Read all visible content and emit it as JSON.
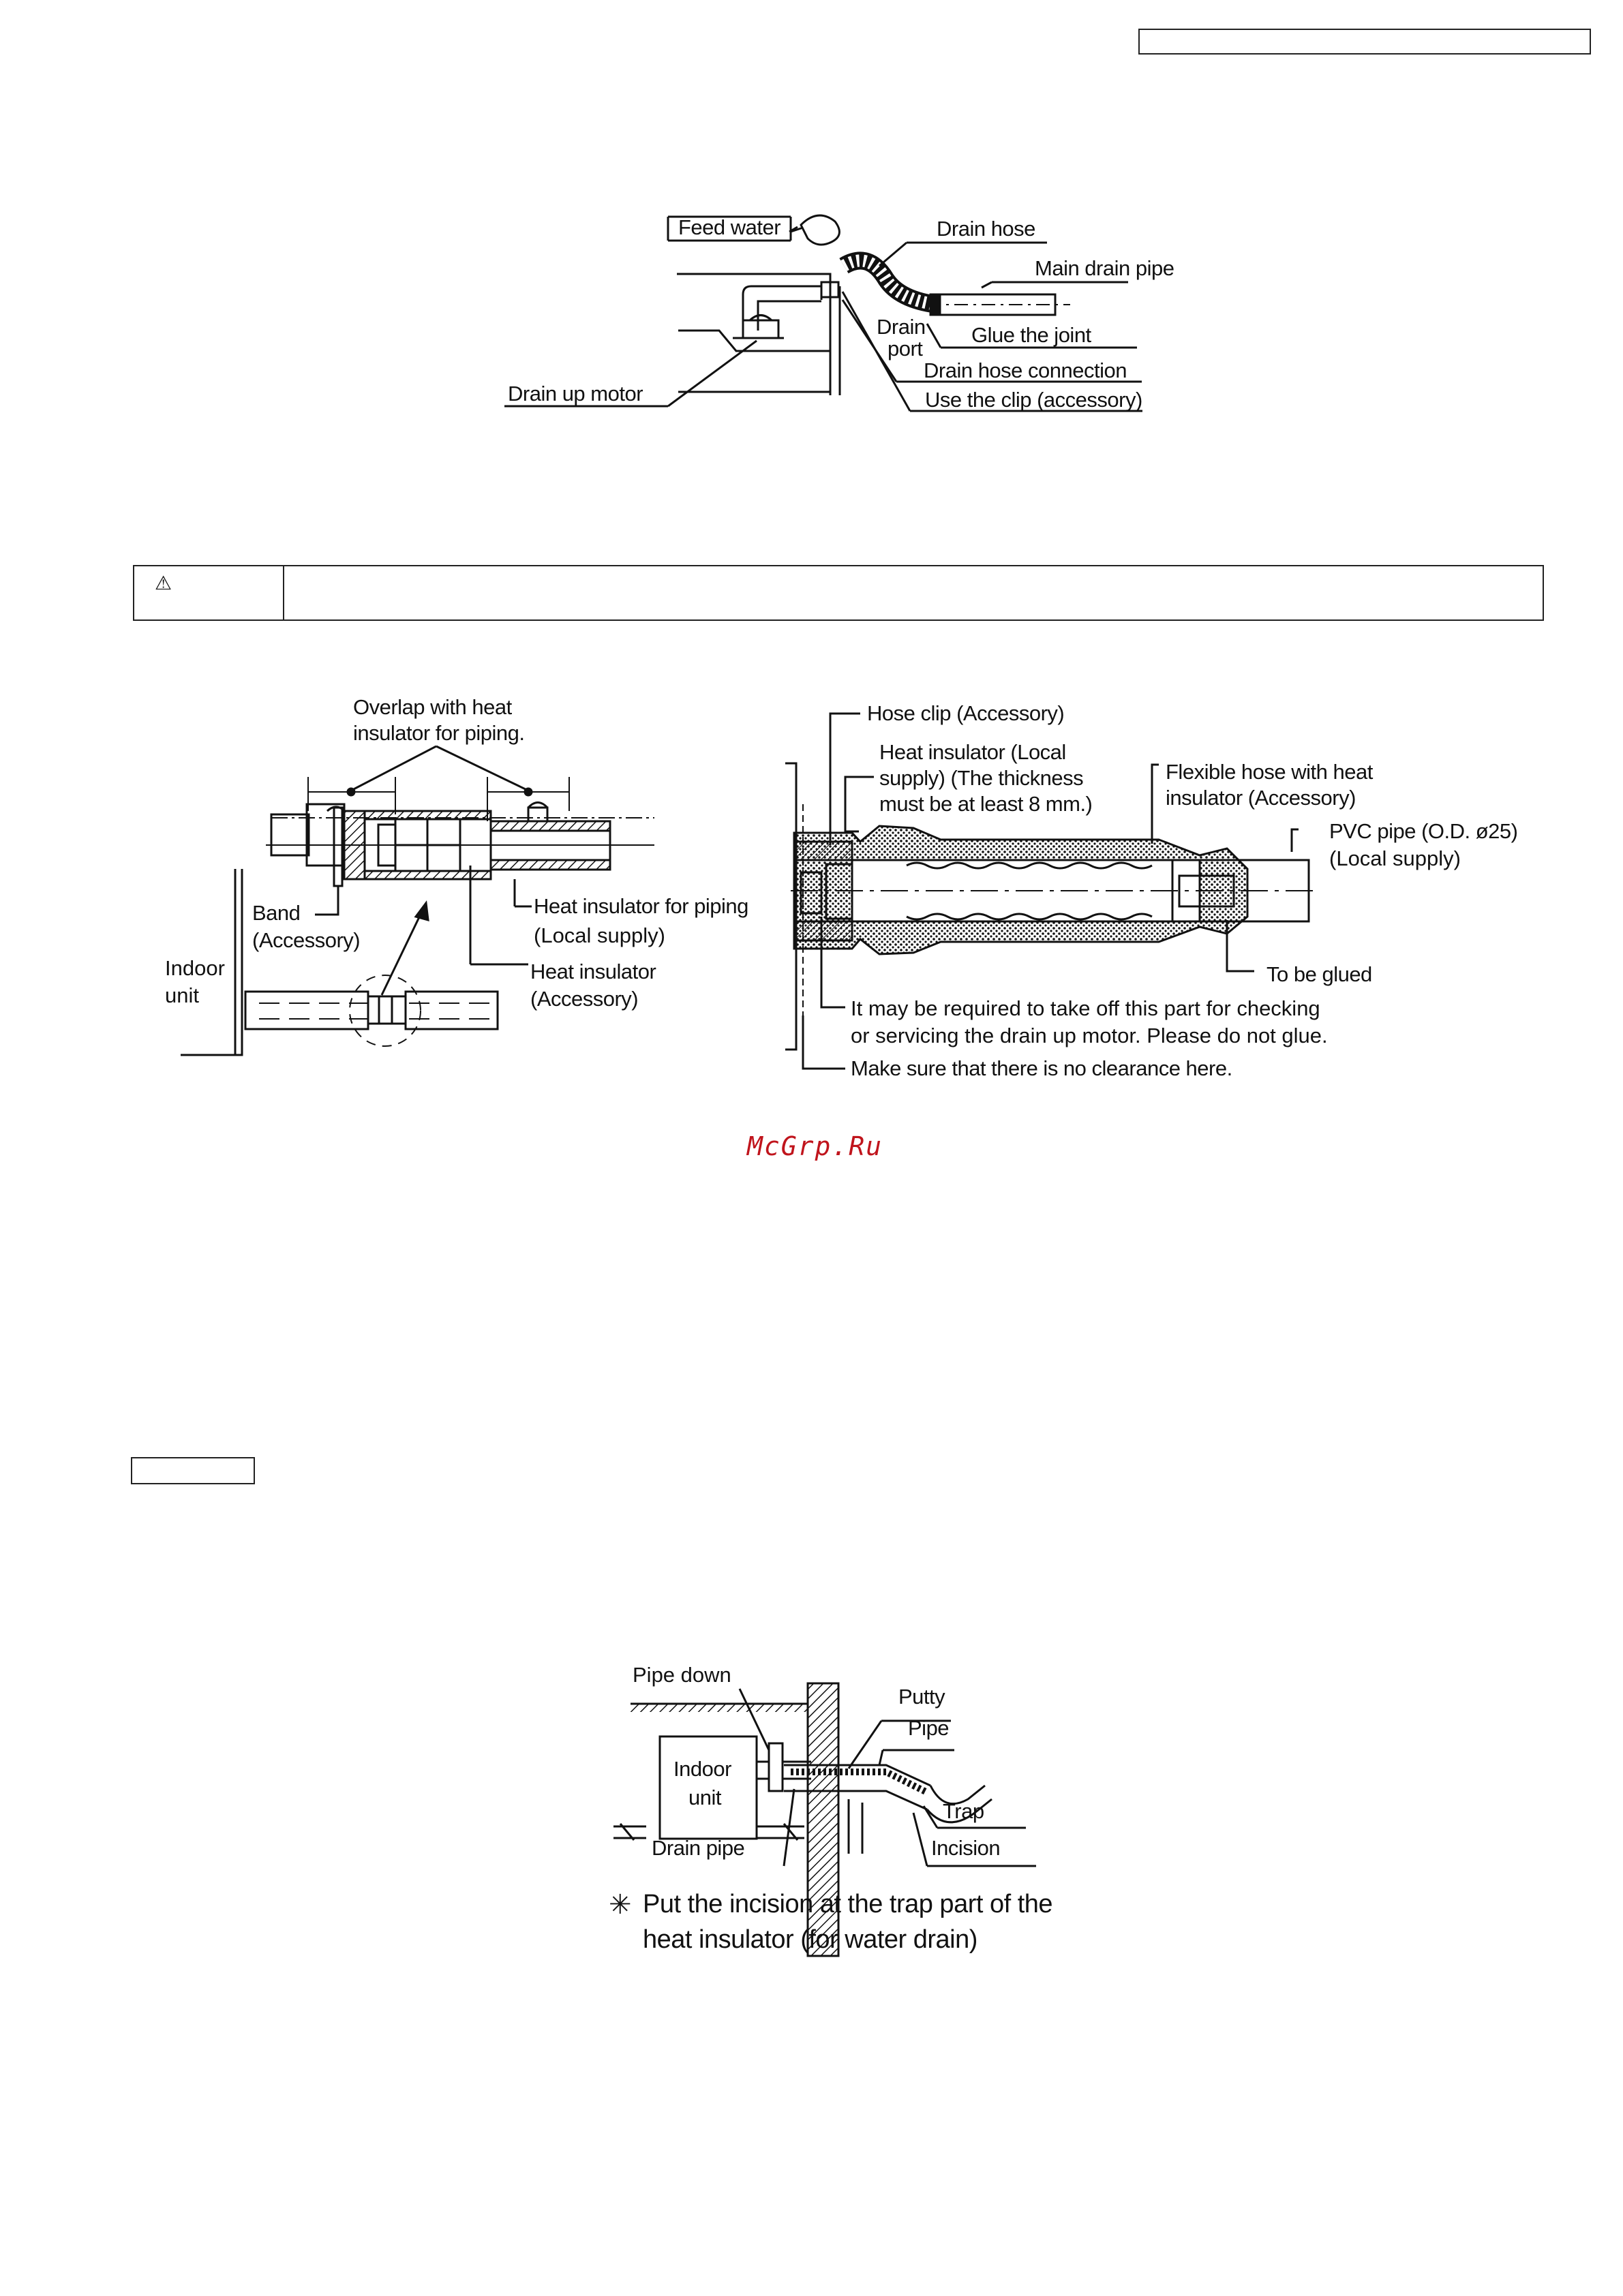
{
  "header": {
    "code_box": ""
  },
  "fig1": {
    "feed_water": "Feed water",
    "drain_hose": "Drain hose",
    "main_drain_pipe": "Main drain pipe",
    "drain_port_1": "Drain",
    "drain_port_2": "port",
    "glue_the_joint": "Glue the joint",
    "drain_hose_connection": "Drain hose connection",
    "use_the_clip": "Use the clip (accessory)",
    "drain_up_motor": "Drain up motor"
  },
  "caution": {
    "icon": "warning-triangle-icon",
    "symbol": "⚠",
    "text": ""
  },
  "fig2": {
    "overlap_1": "Overlap with heat",
    "overlap_2": "insulator for piping.",
    "band_1": "Band",
    "band_2": "(Accessory)",
    "indoor_1": "Indoor",
    "indoor_2": "unit",
    "heat_insulator_piping": "Heat insulator for piping",
    "local_supply": "(Local supply)",
    "heat_insulator": "Heat insulator",
    "accessory": "(Accessory)"
  },
  "fig3": {
    "hose_clip": "Hose clip (Accessory)",
    "heat_ins_1": "Heat insulator (Local",
    "heat_ins_2": "supply) (The thickness",
    "heat_ins_3": "must be at least 8 mm.)",
    "flex_1": "Flexible hose with heat",
    "flex_2": "insulator (Accessory)",
    "pvc_1": "PVC pipe (O.D. ø25)",
    "pvc_2": "(Local supply)",
    "to_be_glued": "To be glued",
    "may_1": "It may be required to take off this part for checking",
    "may_2": "or servicing the drain up motor. Please do not glue.",
    "no_clearance": "Make sure that there is no clearance here."
  },
  "watermark": "McGrp.Ru",
  "section_box": "",
  "fig4": {
    "pipe_down": "Pipe down",
    "putty": "Putty",
    "pipe": "Pipe",
    "indoor_1": "Indoor",
    "indoor_2": "unit",
    "trap": "Trap",
    "drain_pipe": "Drain pipe",
    "incision": "Incision",
    "note_star": "✳",
    "note_1": "Put the incision at the trap part of the",
    "note_2": "heat insulator (for water drain)"
  },
  "colors": {
    "ink": "#111111",
    "watermark": "#c0141c"
  }
}
